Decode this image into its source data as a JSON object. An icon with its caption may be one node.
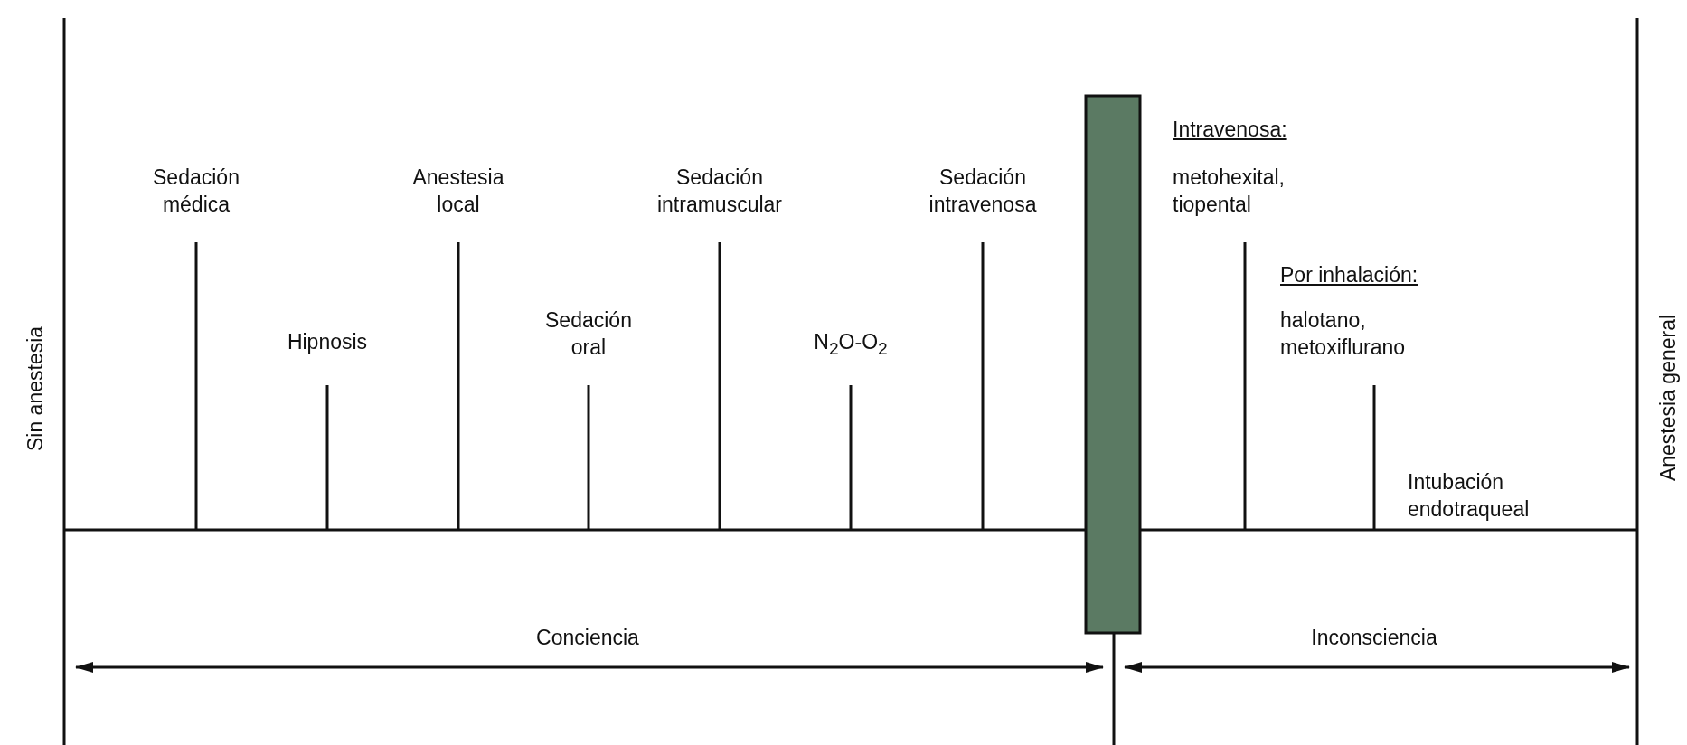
{
  "diagram": {
    "nodes": [
      {
        "text": [],
        "shape": "bar"
      }
    ],
    "labels": [
      "Sin anestesia",
      "Sedación médica",
      "Anestesia local",
      "Sedación intramuscular",
      "Sedación intravenosa",
      "Intravenosa:",
      "metohexital, tiopental",
      "Por inhalación:",
      "Hipnosis",
      "Sedación oral",
      "N$_{2}$O-O$_{2}$",
      "halotano, metoxiflurano",
      "Intubación endotraqueal",
      "Anestesia general",
      "Conciencia",
      "Inconsciencia"
    ]
  }
}
